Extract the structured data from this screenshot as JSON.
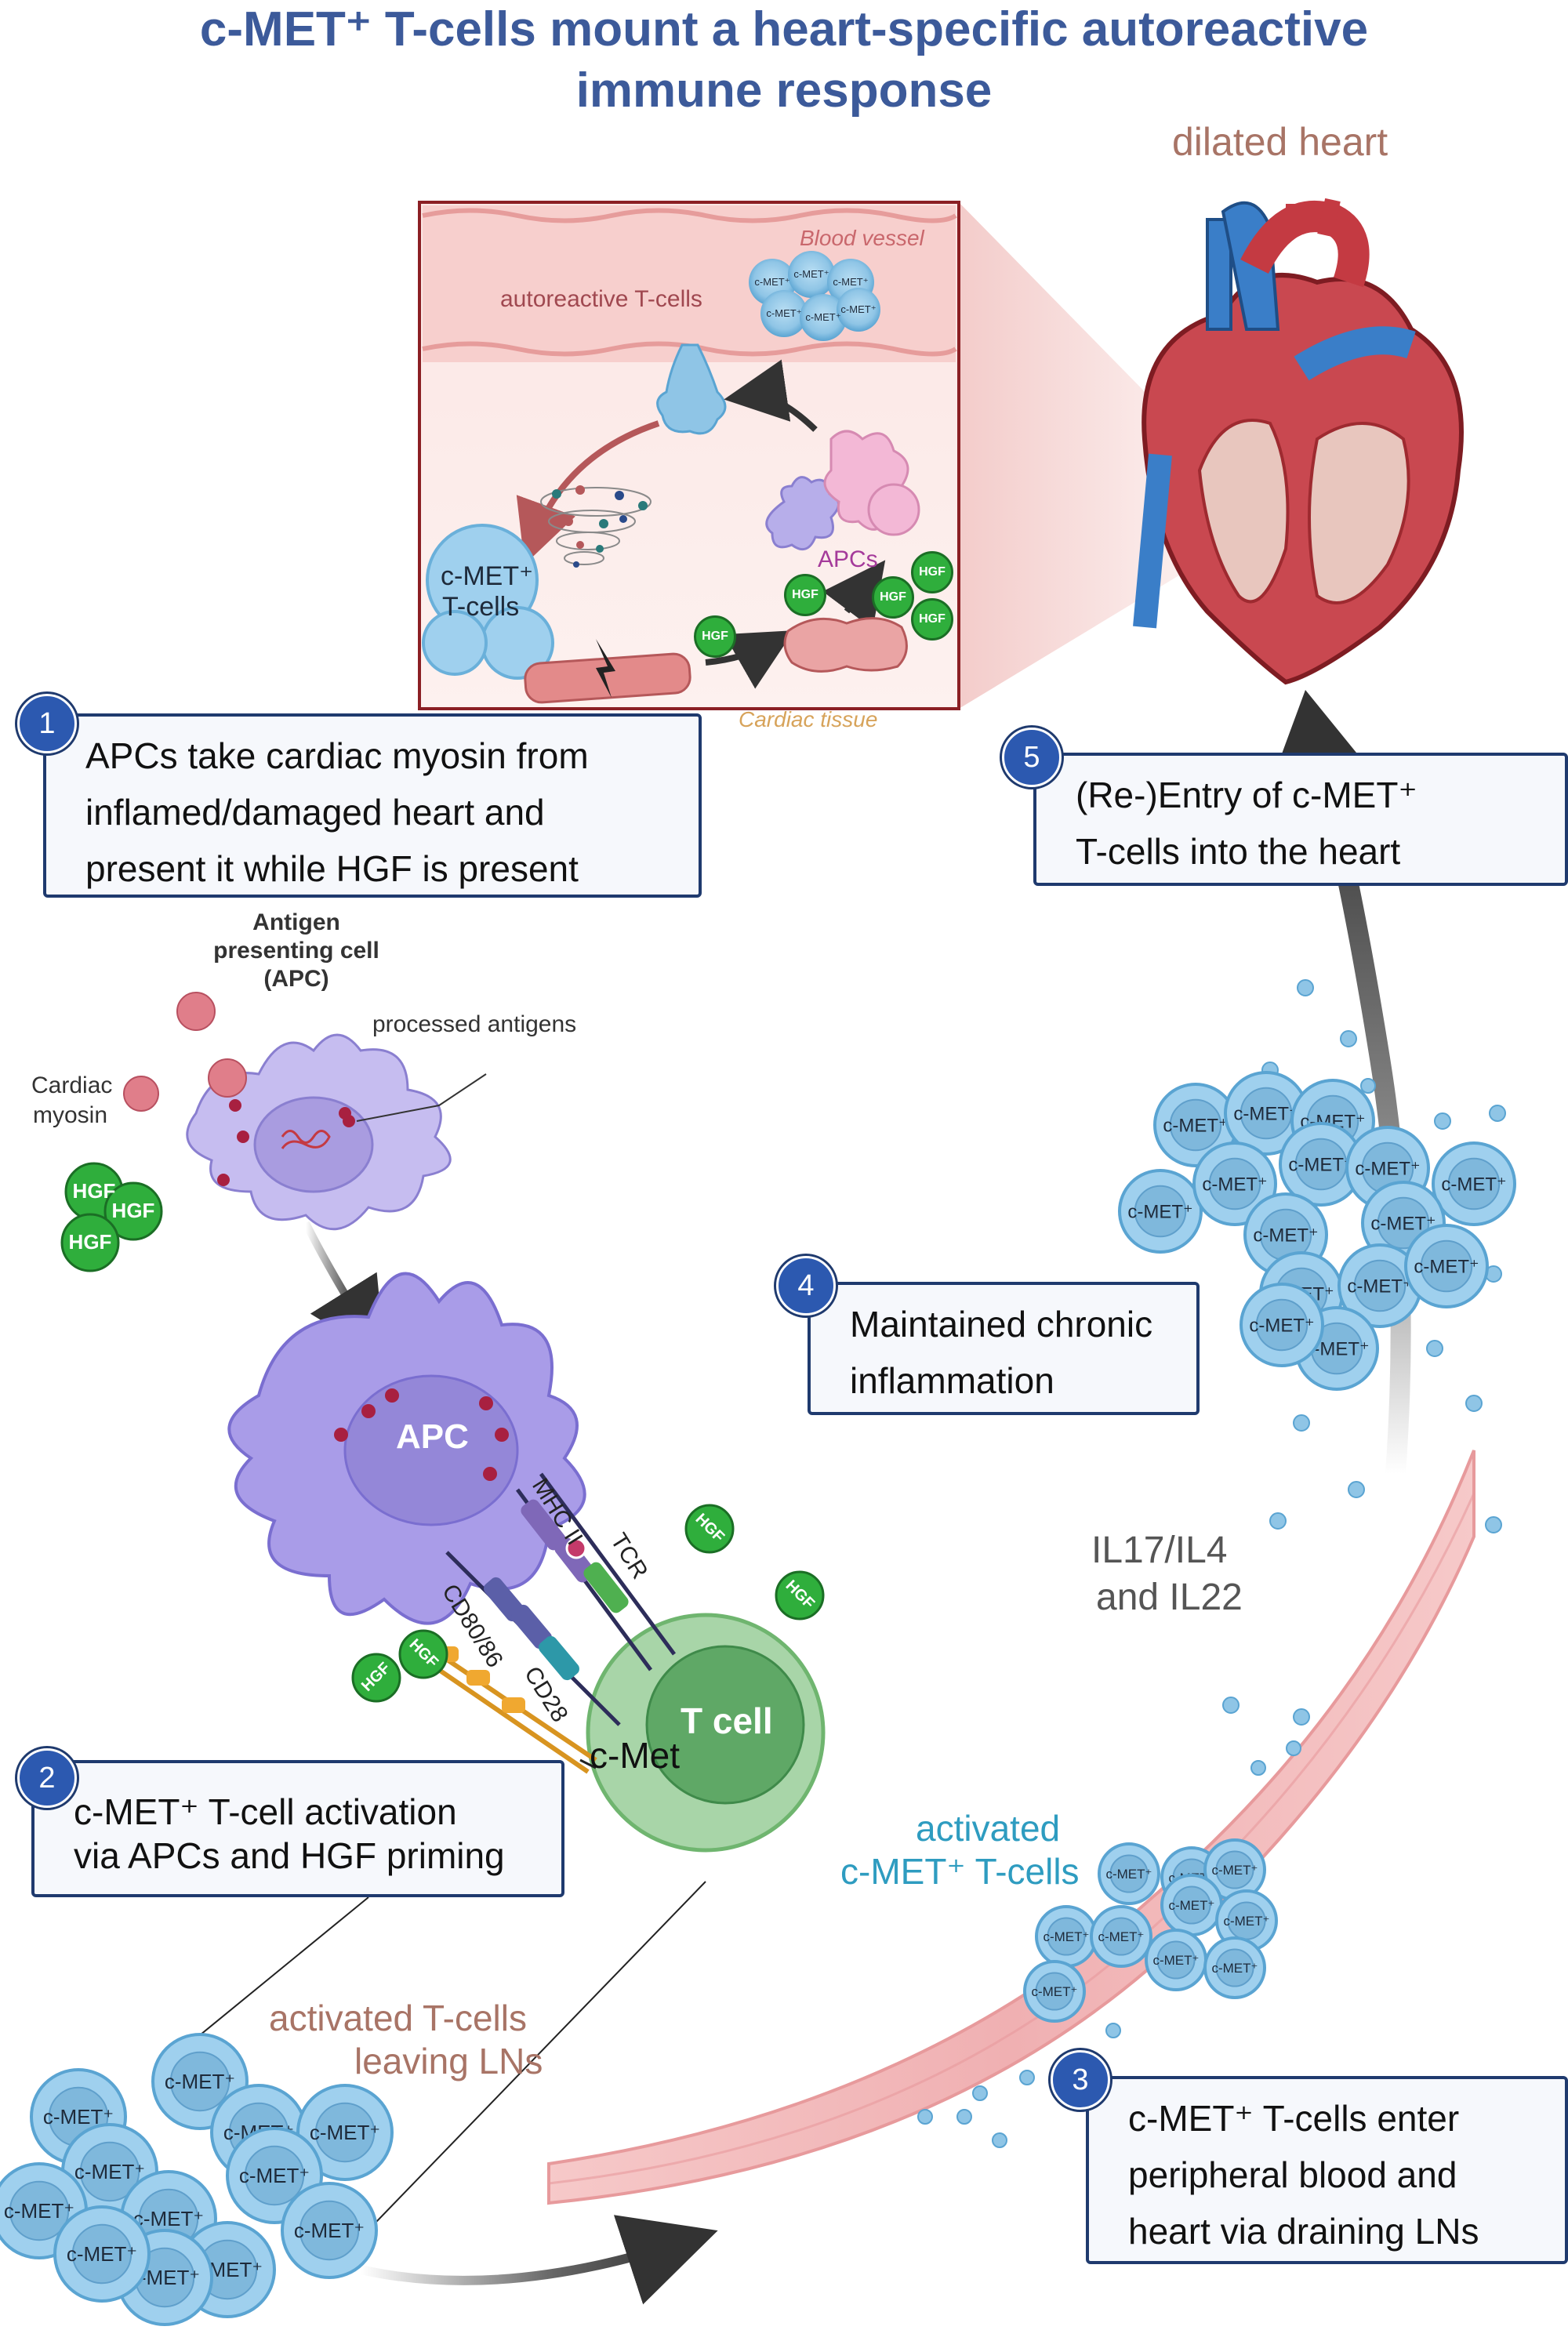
{
  "title": {
    "line1": "c-MET⁺ T-cells mount a heart-specific autoreactive",
    "line2": "immune response"
  },
  "heart": {
    "label": "dilated heart"
  },
  "inset": {
    "blood_vessel": "Blood vessel",
    "autoreactive": "autoreactive T-cells",
    "cmet_tcells_l1": "c-MET⁺",
    "cmet_tcells_l2": "T-cells",
    "apcs": "APCs",
    "hgf": "HGF",
    "cardiac_tissue": "Cardiac tissue",
    "cell_marker": "c-MET⁺"
  },
  "steps": [
    {
      "num": "1",
      "lines": [
        "APCs take cardiac myosin from",
        "inflamed/damaged heart and",
        "present it while HGF is present"
      ]
    },
    {
      "num": "2",
      "lines": [
        "c-MET⁺ T-cell activation",
        "via APCs and HGF priming"
      ]
    },
    {
      "num": "3",
      "lines": [
        "c-MET⁺ T-cells enter",
        "peripheral blood and",
        "heart via draining LNs"
      ]
    },
    {
      "num": "4",
      "lines": [
        "Maintained chronic",
        "inflammation"
      ]
    },
    {
      "num": "5",
      "lines": [
        "(Re-)Entry of c-MET⁺",
        "T-cells into the heart"
      ]
    }
  ],
  "apc_panel": {
    "apc_title_l1": "Antigen",
    "apc_title_l2": "presenting cell",
    "apc_title_l3": "(APC)",
    "processed": "processed antigens",
    "myosin_l1": "Cardiac",
    "myosin_l2": "myosin",
    "hgf": "HGF"
  },
  "synapse": {
    "apc": "APC",
    "tcell": "T cell",
    "mhc": "MHC II",
    "tcr": "TCR",
    "cd80": "CD80/86",
    "cd28": "CD28",
    "cmet": "c-Met",
    "hgf": "HGF"
  },
  "labels": {
    "cytokines_l1": "IL17/IL4",
    "cytokines_l2": "and IL22",
    "activated_l1": "activated",
    "activated_l2": "c-MET⁺ T-cells",
    "leaving_l1": "activated T-cells",
    "leaving_l2": "leaving LNs",
    "cell_marker": "c-MET⁺"
  },
  "colors": {
    "title": "#3c5a9a",
    "step_border": "#1f3a6e",
    "step_number": "#2c59b0",
    "brown_label": "#a87466",
    "teal_label": "#2e9cc0",
    "hgf_green": "#2fae3c",
    "apc_purple": "#a89be0",
    "tcell_green": "#8cc792",
    "vessel_pink": "#f0b7b8",
    "cell_blue": "#8fc5e6"
  }
}
